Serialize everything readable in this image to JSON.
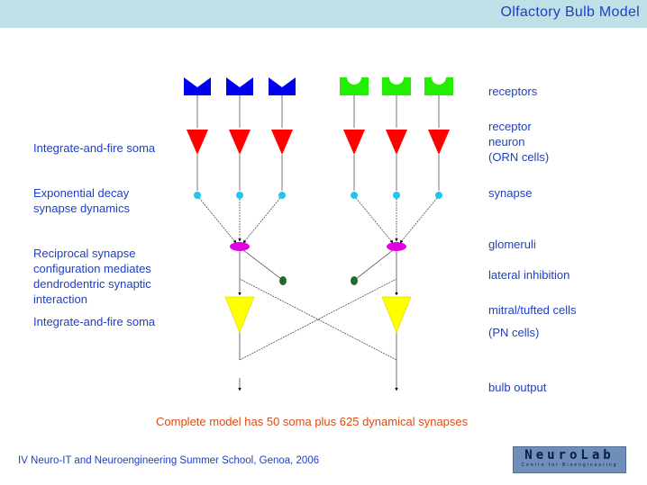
{
  "title": "Olfactory Bulb Model",
  "right_labels": {
    "receptors": "receptors",
    "receptor_neuron_1": "receptor",
    "receptor_neuron_2": "neuron",
    "receptor_neuron_3": "(ORN cells)",
    "synapse": "synapse",
    "glomeruli": "glomeruli",
    "lateral_inhibition": "lateral inhibition",
    "mitral_1": "mitral/tufted cells",
    "mitral_2": "(PN cells)",
    "bulb_output": "bulb output"
  },
  "left_labels": {
    "soma_1": "Integrate-and-fire soma",
    "decay_1": "Exponential decay",
    "decay_2": "synapse dynamics",
    "recip_1": "Reciprocal synapse",
    "recip_2": "configuration mediates",
    "recip_3": "dendrodentric synaptic",
    "recip_4": "interaction",
    "soma_2": "Integrate-and-fire soma"
  },
  "note": "Complete model has 50 soma plus 625 dynamical synapses",
  "footer": "IV Neuro-IT and Neuroengineering Summer School, Genoa, 2006",
  "logo": {
    "name": "NeuroLab",
    "subtitle": "Centre for Bioengineering"
  },
  "colors": {
    "receptor_blue": "#0000ee",
    "receptor_green": "#22ee00",
    "soma_red": "#ff0000",
    "synapse_cyan": "#22c6e6",
    "glomerulus_magenta": "#e000e0",
    "inhibition_green": "#1e6b2a",
    "mitral_yellow": "#ffff00",
    "text_blue": "#1f3fbf",
    "note_orange": "#e04a10"
  }
}
